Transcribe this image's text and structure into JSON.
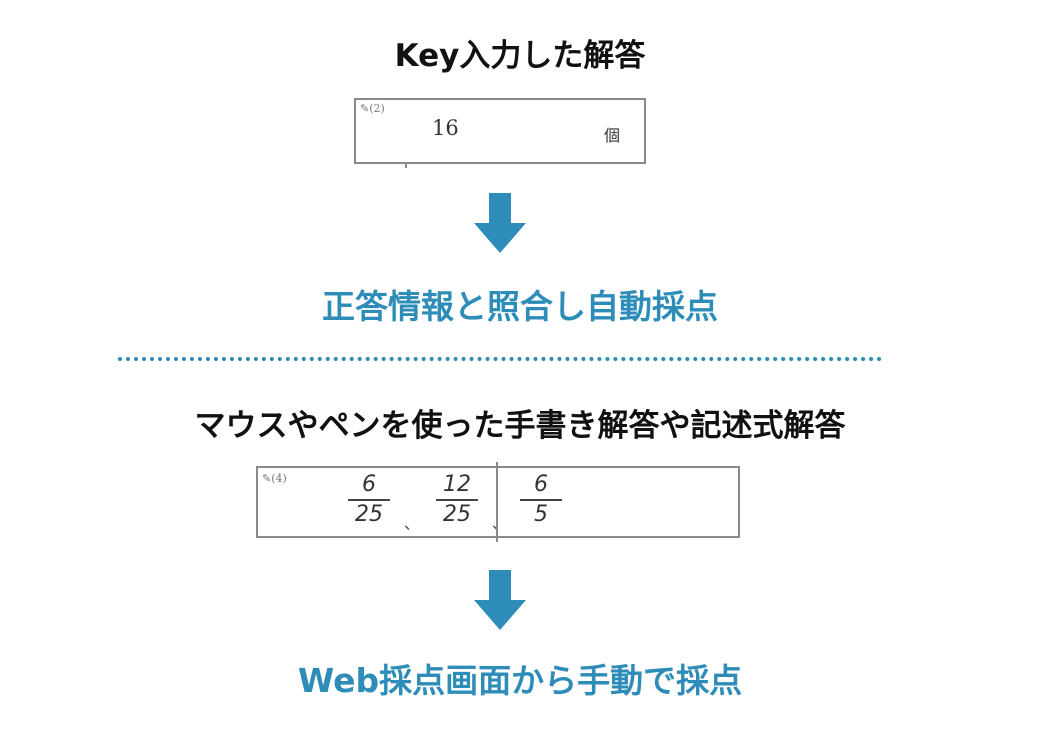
{
  "section1": {
    "heading": "Key入力した解答",
    "box": {
      "question_label": "(2)",
      "answer": "16",
      "unit": "個"
    },
    "result": "正答情報と照合し自動採点"
  },
  "section2": {
    "heading": "マウスやペンを使った手書き解答や記述式解答",
    "box": {
      "question_label": "(4)",
      "fractions": [
        {
          "numerator": "6",
          "denominator": "25"
        },
        {
          "numerator": "12",
          "denominator": "25"
        },
        {
          "numerator": "6",
          "denominator": "5"
        }
      ],
      "separator": "、"
    },
    "result": "Web採点画面から手動で採点"
  },
  "colors": {
    "accent": "#2e8cb8",
    "heading_text": "#111111"
  },
  "icons": [
    "down-arrow-icon",
    "down-arrow-icon"
  ]
}
